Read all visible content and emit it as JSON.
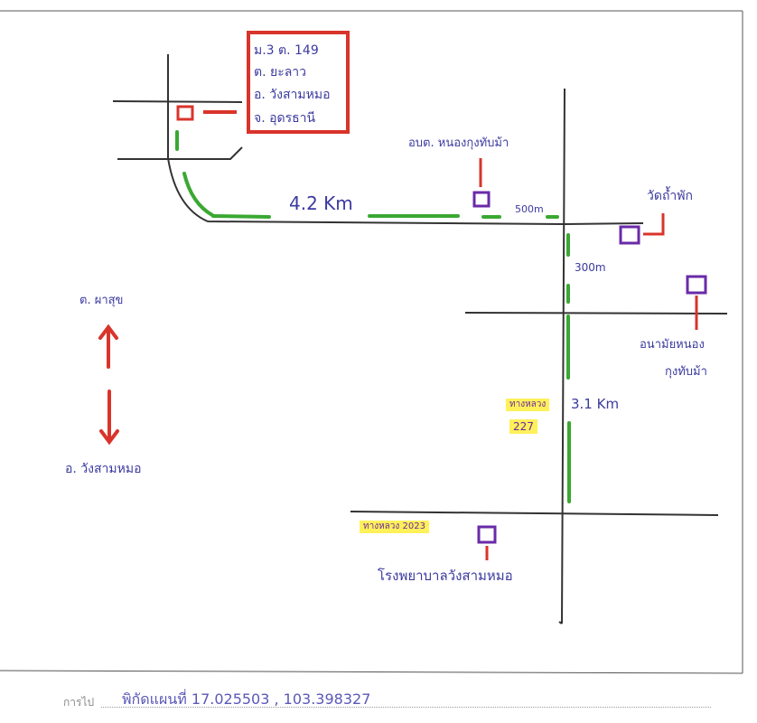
{
  "address_box": {
    "lines": [
      "ม.3 ต. 149",
      "ต. ยะลาว",
      "อ. วังสามหมอ",
      "จ. อุดรธานี"
    ]
  },
  "labels": {
    "distance_main": "4.2 Km",
    "distance_500": "500m",
    "distance_300": "300m",
    "distance_3_1": "3.1 Km",
    "school": "อบต. หนองกุงทับม้า",
    "temple": "วัดถ้ำพัก",
    "hospital_right": "อนามัยหนอง กุงทับม้า",
    "hospital_right_line1": "อนามัยหนอง",
    "hospital_right_line2": "กุงทับม้า",
    "bottom_hospital": "โรงพยาบาลวังสามหมอ",
    "north_label": "ต. ผาสุข",
    "south_label": "อ. วังสามหมอ",
    "road_227_top": "ทางหลวง",
    "road_227_num": "227",
    "road_2023": "ทางหลวง 2023"
  },
  "footer": {
    "label": "การไป",
    "value": "พิกัดแผนที่  17.025503 , 103.398327"
  },
  "colors": {
    "road": "#2a2a2a",
    "route": "#3aa832",
    "marker_red": "#d9342b",
    "marker_purple": "#6a2aa8",
    "ink": "#3b3aa0",
    "highlight": "#fff15a"
  }
}
